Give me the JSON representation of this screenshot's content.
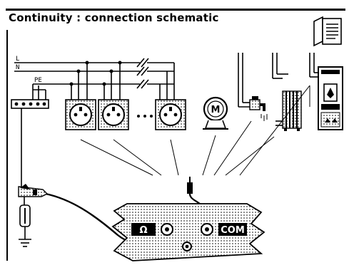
{
  "title": "Continuity : connection schematic",
  "conductors": {
    "line": "L",
    "neutral": "N",
    "protective_earth": "PE"
  },
  "meter": {
    "ohm_terminal_label": "Ω",
    "com_terminal_label": "COM"
  },
  "icons": {
    "help": "book-icon",
    "motor": "motor-icon",
    "motor_label": "M",
    "tap": "water-tap-icon",
    "radiator": "radiator-icon",
    "boiler": "boiler-icon",
    "earth": "ground-icon",
    "clip": "crocodile-clip-icon"
  },
  "colors": {
    "ink": "#000000",
    "background": "#ffffff"
  }
}
